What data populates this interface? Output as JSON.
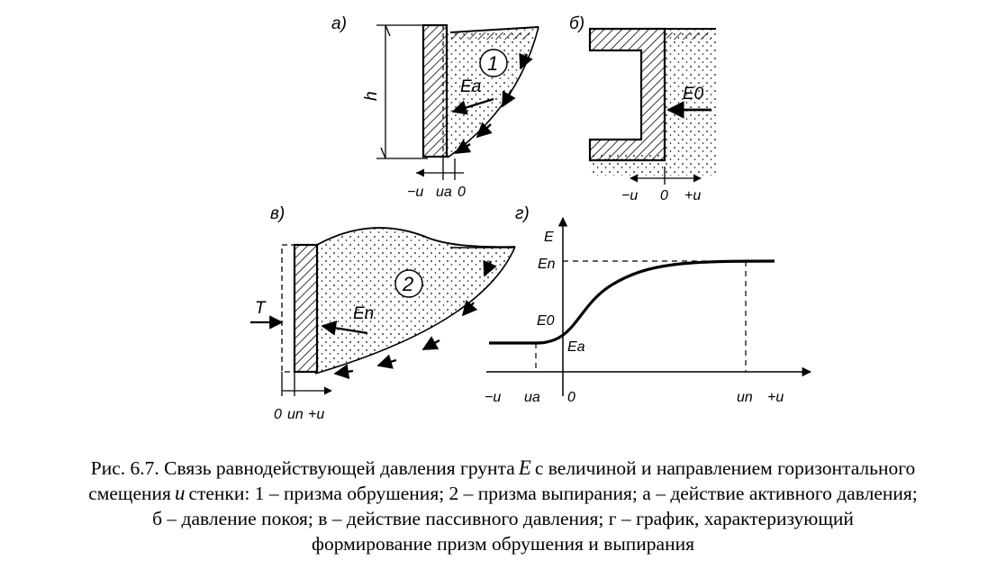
{
  "figure": {
    "a": {
      "panel_label": "а)",
      "h_label": "h",
      "zone_number": "1",
      "force_label": "Ea",
      "axis_labels": {
        "neg_u": "−u",
        "u_a": "ua",
        "zero": "0"
      }
    },
    "b": {
      "panel_label": "б)",
      "force_label": "E0",
      "axis_labels": {
        "neg_u": "−u",
        "zero": "0",
        "pos_u": "+u"
      }
    },
    "v": {
      "panel_label": "в)",
      "zone_number": "2",
      "force_label": "En",
      "t_label": "T",
      "axis_labels": {
        "zero": "0",
        "u_n": "un",
        "pos_u": "+u"
      }
    },
    "g": {
      "panel_label": "г)",
      "y_axis_label": "E",
      "y_labels": {
        "E_n": "En",
        "E_0": "E0",
        "E_a": "Ea"
      },
      "x_labels": {
        "neg_u": "−u",
        "u_a": "ua",
        "zero": "0",
        "u_n": "un",
        "pos_u": "+u"
      }
    }
  },
  "caption": {
    "line1_pre": "Рис. 6.7. Связь равнодействующей давления грунта",
    "line1_var": "E",
    "line1_post": "с величиной и направлением горизонтального",
    "line2_pre": "смещения",
    "line2_var": "u",
    "line2_post": "стенки: 1 – призма обрушения; 2 – призма выпирания; а – действие активного давления;",
    "line3": "б – давление покоя; в – действие пассивного давления; г – график, характеризующий",
    "line4": "формирование призм обрушения и выпирания"
  }
}
